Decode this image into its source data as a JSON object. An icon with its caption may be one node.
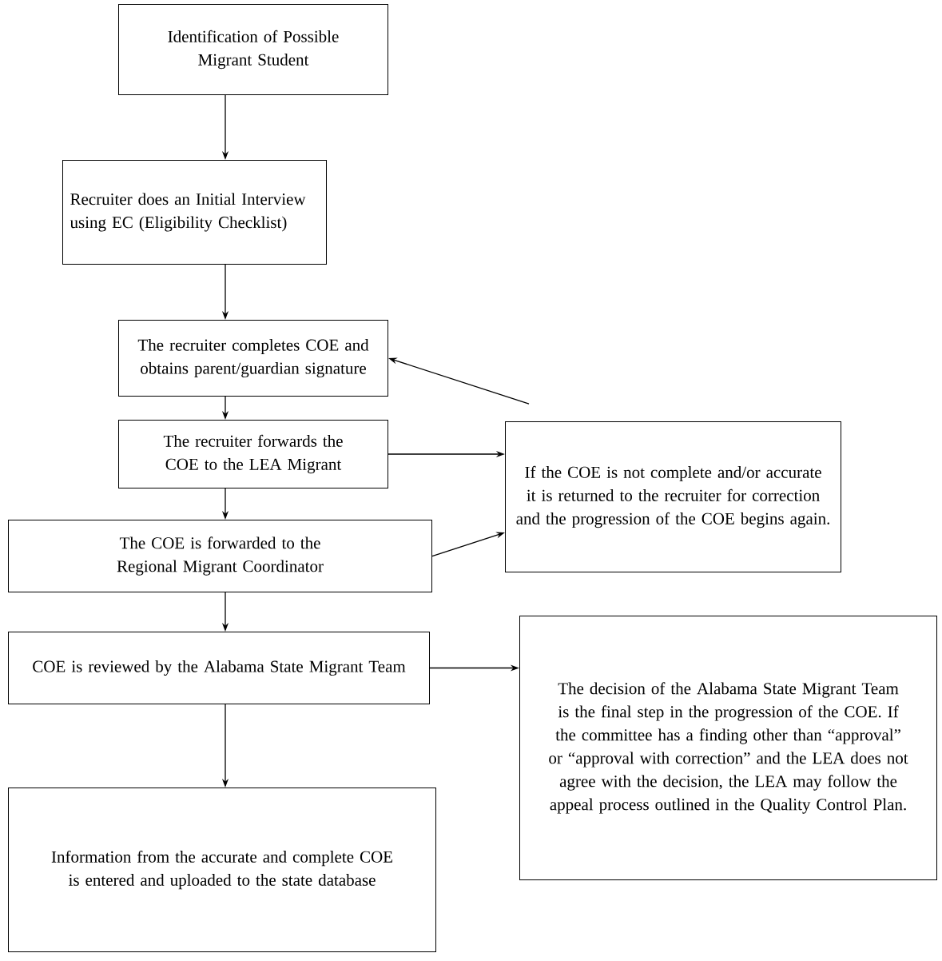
{
  "diagram": {
    "nodes": [
      {
        "text": [
          "Identification of Possible Migrant Student"
        ]
      },
      {
        "text": [
          "Recruiter does an Initial Interview using EC (Eligibility Checklist)"
        ]
      },
      {
        "text": [
          "The recruiter completes COE and obtains parent/guardian signature"
        ]
      },
      {
        "text": [
          "The recruiter forwards the COE to the LEA Migrant"
        ]
      },
      {
        "text": [
          "If the COE is not complete and/or accurate it is returned to the recruiter for correction and the progression of the COE begins again."
        ]
      },
      {
        "text": [
          "The COE is forwarded to the Regional Migrant Coordinator"
        ]
      },
      {
        "text": [
          "COE is reviewed by the Alabama State Migrant Team"
        ]
      },
      {
        "text": [
          "The decision of the Alabama State Migrant Team is the final step in the progression of the COE.  If the committee has a finding other than “approval” or “approval with correction” and the LEA does not agree with the decision, the LEA may follow the appeal process outlined in the Quality Control Plan."
        ]
      },
      {
        "text": [
          "Information from the accurate and complete COE is entered and uploaded to the state database"
        ]
      }
    ],
    "edges": [
      {
        "from": 0,
        "to": 1,
        "arrow": "to"
      },
      {
        "from": 1,
        "to": 2,
        "arrow": "to"
      },
      {
        "from": 2,
        "to": 3,
        "arrow": "to"
      },
      {
        "from": 3,
        "to": 5,
        "arrow": "to"
      },
      {
        "from": 3,
        "to": 4,
        "arrow": "to"
      },
      {
        "from": 4,
        "to": 2,
        "arrow": "to"
      },
      {
        "from": 5,
        "to": 4,
        "arrow": "to"
      },
      {
        "from": 5,
        "to": 6,
        "arrow": "to"
      },
      {
        "from": 6,
        "to": 7,
        "arrow": "to"
      },
      {
        "from": 6,
        "to": 8,
        "arrow": "to"
      }
    ]
  }
}
